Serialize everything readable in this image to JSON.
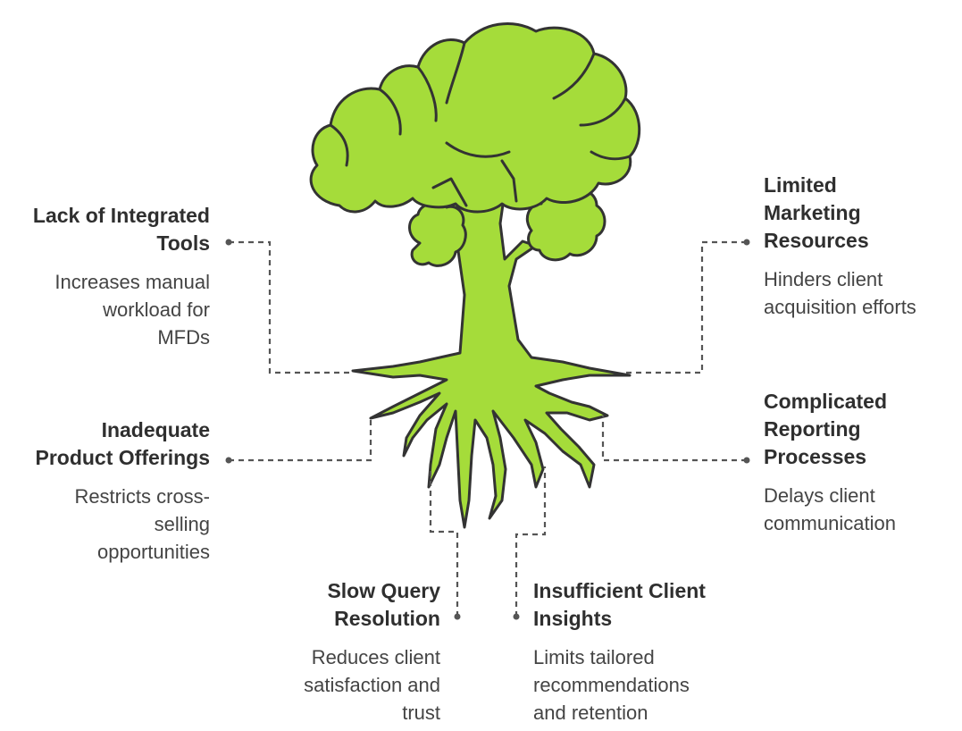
{
  "colors": {
    "foliage": "#a5dc3a",
    "outline": "#333333",
    "connector": "#555555"
  },
  "items": [
    {
      "id": "lack-of-integrated-tools",
      "title": "Lack of Integrated\nTools",
      "description": "Increases manual\nworkload for\nMFDs"
    },
    {
      "id": "inadequate-product-offerings",
      "title": "Inadequate\nProduct Offerings",
      "description": "Restricts cross-\nselling\nopportunities"
    },
    {
      "id": "slow-query-resolution",
      "title": "Slow Query\nResolution",
      "description": "Reduces client\nsatisfaction and\ntrust"
    },
    {
      "id": "insufficient-client-insights",
      "title": "Insufficient Client\nInsights",
      "description": "Limits tailored\nrecommendations\nand retention"
    },
    {
      "id": "limited-marketing-resources",
      "title": "Limited\nMarketing\nResources",
      "description": "Hinders client\nacquisition efforts"
    },
    {
      "id": "complicated-reporting-processes",
      "title": "Complicated\nReporting\nProcesses",
      "description": "Delays client\ncommunication"
    }
  ]
}
